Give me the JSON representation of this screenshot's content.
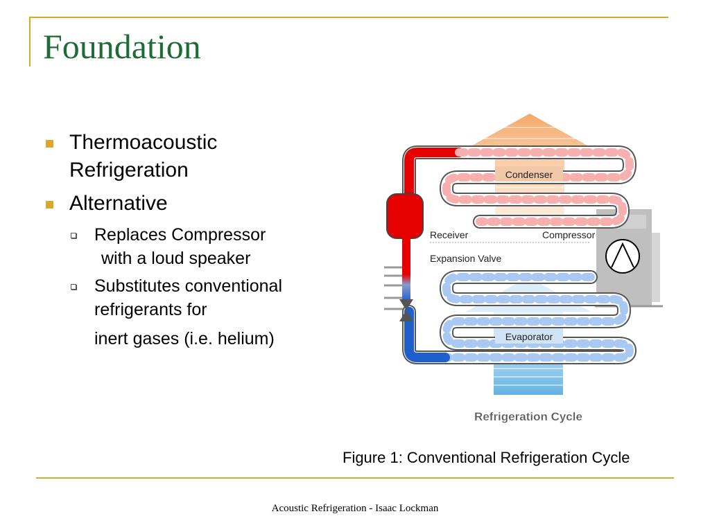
{
  "slide": {
    "title": "Foundation",
    "bullets": [
      {
        "text": "Thermoacoustic Refrigeration"
      },
      {
        "text": "Alternative",
        "sub": [
          {
            "line1": "Replaces Compressor",
            "line2": "with a loud speaker"
          },
          {
            "line1": "Substitutes conventional",
            "line2": "refrigerants for",
            "line3": "inert gases (i.e. helium)"
          }
        ]
      }
    ],
    "caption": "Figure 1: Conventional Refrigeration Cycle",
    "footer": "Acoustic Refrigeration - Isaac Lockman"
  },
  "diagram": {
    "labels": {
      "condenser": "Condenser",
      "receiver": "Receiver",
      "compressor": "Compressor",
      "expansion_valve": "Expansion Valve",
      "evaporator": "Evaporator",
      "title": "Refrigeration Cycle"
    }
  },
  "colors": {
    "accent_rule": "#D9A82F",
    "title_green": "#1F6B36",
    "hot": "#E60000",
    "cold": "#1F5FCC",
    "heat_arrow": "#F4A460",
    "cool_arrow": "#5AAEE0"
  }
}
